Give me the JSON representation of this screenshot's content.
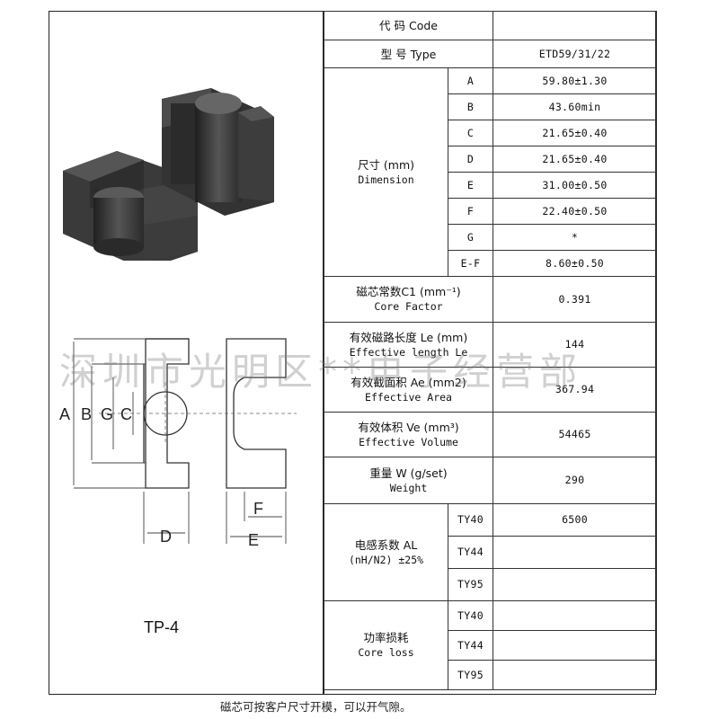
{
  "table": {
    "code_label": "代 码  Code",
    "code_value": "",
    "type_label": "型 号 Type",
    "type_value": "ETD59/31/22",
    "dimension_label_cn": "尺寸 (mm)",
    "dimension_label_en": "Dimension",
    "dimensions": [
      {
        "key": "A",
        "value": "59.80±1.30"
      },
      {
        "key": "B",
        "value": "43.60min"
      },
      {
        "key": "C",
        "value": "21.65±0.40"
      },
      {
        "key": "D",
        "value": "21.65±0.40"
      },
      {
        "key": "E",
        "value": "31.00±0.50"
      },
      {
        "key": "F",
        "value": "22.40±0.50"
      },
      {
        "key": "G",
        "value": "*"
      },
      {
        "key": "E-F",
        "value": "8.60±0.50"
      }
    ],
    "core_factor_cn": "磁芯常数C1 (mm⁻¹)",
    "core_factor_en": "Core Factor",
    "core_factor_value": "0.391",
    "le_cn": "有效磁路长度 Le (mm)",
    "le_en": "Effective length Le",
    "le_value": "144",
    "ae_cn": "有效截面积 Ae (mm2)",
    "ae_en": "Effective Area",
    "ae_value": "367.94",
    "ve_cn": "有效体积 Ve (mm³)",
    "ve_en": "Effective Volume",
    "ve_value": "54465",
    "weight_cn": "重量 W (g/set)",
    "weight_en": "Weight",
    "weight_value": "290",
    "al_cn": "电感系数 AL",
    "al_unit": "(nH/N2) ±25%",
    "al_rows": [
      {
        "material": "TY40",
        "value": "6500"
      },
      {
        "material": "TY44",
        "value": ""
      },
      {
        "material": "TY95",
        "value": ""
      }
    ],
    "loss_cn": "功率损耗",
    "loss_en": "Core loss",
    "loss_rows": [
      {
        "material": "TY40",
        "value": ""
      },
      {
        "material": "TY44",
        "value": ""
      },
      {
        "material": "TY95",
        "value": ""
      }
    ]
  },
  "drawing": {
    "labels": [
      "A",
      "B",
      "G",
      "C",
      "D",
      "E",
      "F"
    ],
    "model": "TP-4"
  },
  "watermark": "深圳市光明区**电子经营部",
  "note": "磁芯可按客户尺寸开模，可以开气隙。"
}
